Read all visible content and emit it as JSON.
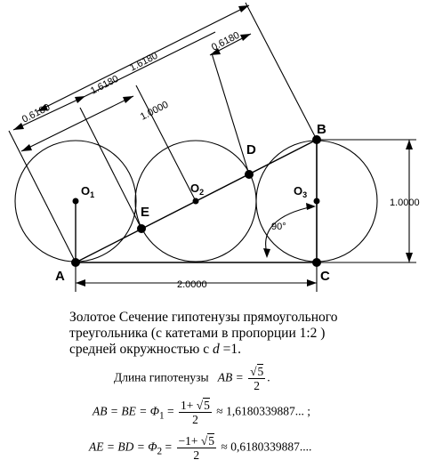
{
  "points": {
    "A": "A",
    "B": "B",
    "C": "C",
    "D": "D",
    "E": "E"
  },
  "centers": {
    "o1": "O",
    "o1_sub": "1",
    "o2": "O",
    "o2_sub": "2",
    "o3": "O",
    "o3_sub": "3"
  },
  "dimensions": {
    "top_long": "1.6180",
    "top_short": "0.6180",
    "left_short": "0.6180",
    "left_long": "1.6180",
    "middle": "1.0000",
    "right": "1.0000",
    "bottom": "2.0000",
    "angle": "90°"
  },
  "caption": {
    "line1": "Золотое  Сечение   гипотенузы прямоугольного",
    "line2": "треугольника   (с катетами в   пропорции 1:2 )",
    "line3_text": "средней  окружностью с ",
    "line3_var": "d",
    "line3_eq": " =1."
  },
  "formula1": {
    "label": "Длина гипотенузы",
    "lhs": "AB =",
    "num": "5",
    "den": "2",
    "tail": "."
  },
  "formula2": {
    "lhs": "AB = BE = Φ",
    "sub": "1",
    "eq": " =",
    "num_pre": "1+ ",
    "num_rad": "5",
    "den": "2",
    "rhs": "≈ 1,6180339887... ;"
  },
  "formula3": {
    "lhs": "AE = BD = Φ",
    "sub": "2",
    "eq": " =",
    "num_pre": "−1+ ",
    "num_rad": "5",
    "den": "2",
    "rhs": "≈ 0,6180339887...."
  }
}
